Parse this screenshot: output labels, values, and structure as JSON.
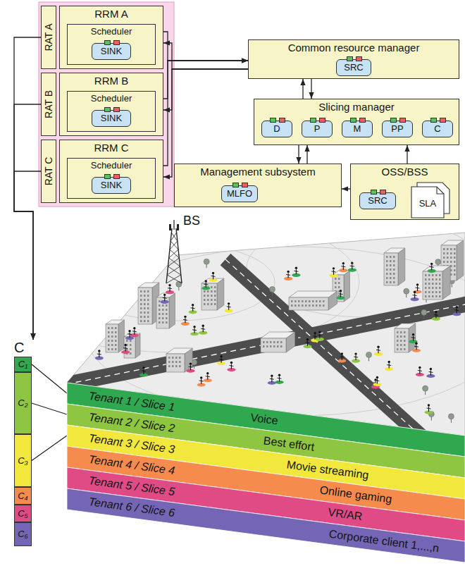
{
  "diagram": {
    "nodes": [
      {
        "text": [
          "RAT A"
        ]
      },
      {
        "text": [
          "RRM A"
        ]
      },
      {
        "text": [
          "Scheduler"
        ],
        "in": 1
      },
      {
        "text": [
          "SINK"
        ],
        "in": 2
      },
      {
        "text": [
          "RAT B"
        ]
      },
      {
        "text": [
          "RRM B"
        ]
      },
      {
        "text": [
          "Scheduler"
        ],
        "in": 5
      },
      {
        "text": [
          "SINK"
        ],
        "in": 6
      },
      {
        "text": [
          "RAT C"
        ]
      },
      {
        "text": [
          "RRM C"
        ]
      },
      {
        "text": [
          "Scheduler"
        ],
        "in": 9
      },
      {
        "text": [
          "SINK"
        ],
        "in": 10
      },
      {
        "text": [
          "Common resource manager"
        ]
      },
      {
        "text": [
          "SRC"
        ],
        "in": 12
      },
      {
        "text": [
          "Slicing manager"
        ]
      },
      {
        "text": [
          "D"
        ],
        "in": 14
      },
      {
        "text": [
          "P"
        ],
        "in": 14
      },
      {
        "text": [
          "M"
        ],
        "in": 14
      },
      {
        "text": [
          "PP"
        ],
        "in": 14
      },
      {
        "text": [
          "C"
        ],
        "in": 14
      },
      {
        "text": [
          "Management subsystem"
        ]
      },
      {
        "text": [
          "MLFO"
        ],
        "in": 20
      },
      {
        "text": [
          "OSS/BSS"
        ]
      },
      {
        "text": [
          "SRC"
        ],
        "in": 22
      },
      {
        "text": [
          "SLA"
        ],
        "in": 22
      },
      {
        "text": [
          "C"
        ]
      },
      {
        "text": [
          "C₁"
        ],
        "in": 25
      },
      {
        "text": [
          "C₂"
        ],
        "in": 25
      },
      {
        "text": [
          "C₃"
        ],
        "in": 25
      },
      {
        "text": [
          "C₄"
        ],
        "in": 25
      },
      {
        "text": [
          "C₅"
        ],
        "in": 25
      },
      {
        "text": [
          "C₆"
        ],
        "in": 25
      },
      {
        "text": [
          "Tenant 1 / Slice 1",
          "Voice"
        ]
      },
      {
        "text": [
          "Tenant 2 / Slice 2",
          "Best effort"
        ]
      },
      {
        "text": [
          "Tenant 3 / Slice 3",
          "Movie streaming"
        ]
      },
      {
        "text": [
          "Tenant 4 / Slice 4",
          "Online gaming"
        ]
      },
      {
        "text": [
          "Tenant 5 / Slice 5",
          "VR/AR"
        ]
      },
      {
        "text": [
          "Tenant 6 / Slice 6",
          "Corporate client 1,...,n"
        ]
      }
    ],
    "edges": [
      {
        "from": 1,
        "to": 12,
        "arrow": "to"
      },
      {
        "from": 5,
        "to": 12,
        "arrow": "to"
      },
      {
        "from": 9,
        "to": 12,
        "arrow": "to"
      },
      {
        "from": 12,
        "to": 1,
        "arrow": "to"
      },
      {
        "from": 12,
        "to": 5,
        "arrow": "to"
      },
      {
        "from": 12,
        "to": 9,
        "arrow": "to"
      },
      {
        "from": 14,
        "to": 12,
        "arrow": "to"
      },
      {
        "from": 12,
        "to": 14,
        "arrow": "to"
      },
      {
        "from": 14,
        "to": 20,
        "arrow": "to"
      },
      {
        "from": 20,
        "to": 14,
        "arrow": "to"
      },
      {
        "from": 22,
        "to": 14,
        "arrow": "to"
      },
      {
        "from": 22,
        "to": 20,
        "arrow": "to"
      },
      {
        "from": 24,
        "to": 23,
        "arrow": "to"
      },
      {
        "from": 0,
        "to": 25,
        "arrow": "to"
      },
      {
        "from": 4,
        "to": 25,
        "arrow": "to"
      },
      {
        "from": 8,
        "to": 25,
        "arrow": "to"
      },
      {
        "from": 26,
        "to": 32,
        "arrow": "none"
      },
      {
        "from": 27,
        "to": 33,
        "arrow": "none"
      },
      {
        "from": 28,
        "to": 34,
        "arrow": "none"
      }
    ],
    "labels": [
      "BS"
    ]
  }
}
